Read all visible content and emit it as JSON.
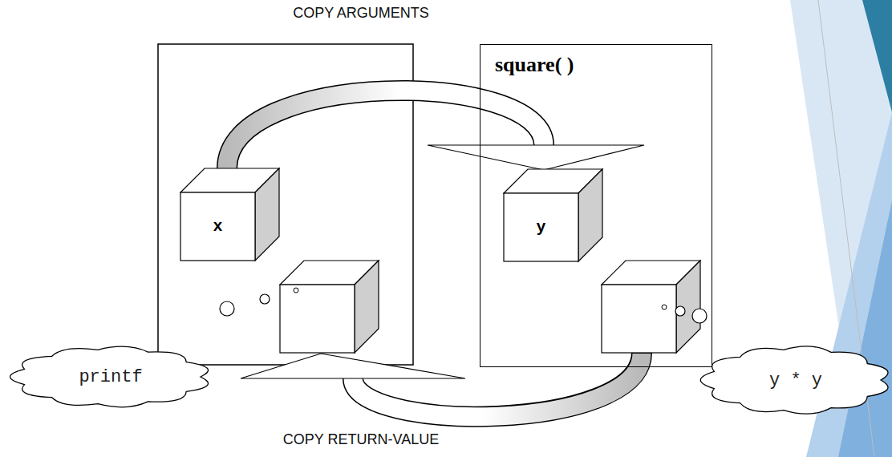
{
  "diagram": {
    "nodes": [
      {
        "text": [
          "square( )"
        ]
      },
      {
        "text": [
          "x"
        ]
      },
      {
        "text": [
          "y"
        ],
        "in": 0
      },
      {
        "text": [
          "printf"
        ]
      },
      {
        "text": [
          "y * y"
        ]
      }
    ],
    "edges": [
      {
        "from": 1,
        "to": 2,
        "arrow": "to"
      }
    ],
    "labels": [
      "COPY ARGUMENTS",
      "COPY RETURN-VALUE"
    ]
  }
}
